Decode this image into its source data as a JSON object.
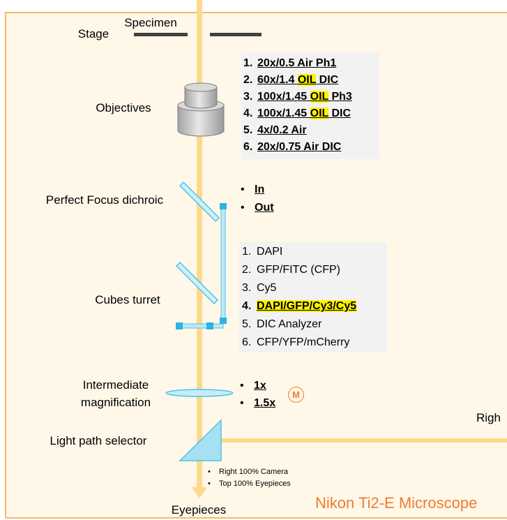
{
  "stage": {
    "label": "Stage",
    "specimen_label": "Specimen"
  },
  "objectives": {
    "label": "Objectives",
    "items": [
      {
        "number": "1.",
        "text": "20x/0.5 Air Ph1"
      },
      {
        "number": "2.",
        "text": "60x/1.4",
        "oil": "OIL",
        "after": "DIC"
      },
      {
        "number": "3.",
        "text": "100x/1.45",
        "oil": "OIL",
        "after": "Ph3"
      },
      {
        "number": "4.",
        "text": "100x/1.45",
        "oil": "OIL",
        "after": "DIC"
      },
      {
        "number": "5.",
        "text": "4x/0.2 Air"
      },
      {
        "number": "6.",
        "text": "20x/0.75 Air DIC"
      }
    ]
  },
  "perfect_focus": {
    "label": "Perfect Focus dichroic",
    "options": [
      "In",
      "Out"
    ]
  },
  "cubes_turret": {
    "label": "Cubes turret",
    "items": [
      {
        "number": "1.",
        "text": "DAPI"
      },
      {
        "number": "2.",
        "text": "GFP/FITC (CFP)"
      },
      {
        "number": "3.",
        "text": "Cy5"
      },
      {
        "number": "4.",
        "text": "DAPI/GFP/Cy3/Cy5",
        "current": true
      },
      {
        "number": "5.",
        "text": "DIC Analyzer"
      },
      {
        "number": "6.",
        "text": "CFP/YFP/mCherry"
      }
    ]
  },
  "intermediate_magnification": {
    "label_lines": [
      "Intermediate",
      "magnification"
    ],
    "options": [
      "1x",
      "1.5x"
    ],
    "motorized_badge": "M"
  },
  "light_path_selector": {
    "label": "Light path selector",
    "outputs": [
      "Right 100% Camera",
      "Top 100% Eyepieces"
    ],
    "side_port_label": "Righ"
  },
  "eyepieces": {
    "label": "Eyepieces"
  },
  "title": "Nikon Ti2-E Microscope",
  "colors": {
    "light_beam": "#FCD98C",
    "panel_border": "#F0A43C",
    "panel_background": "#FFF8E9",
    "highlight": "#FFF200",
    "title": "#ED7D31",
    "optics_blue": "#4FC1E9",
    "stage_plate": "#404040"
  }
}
